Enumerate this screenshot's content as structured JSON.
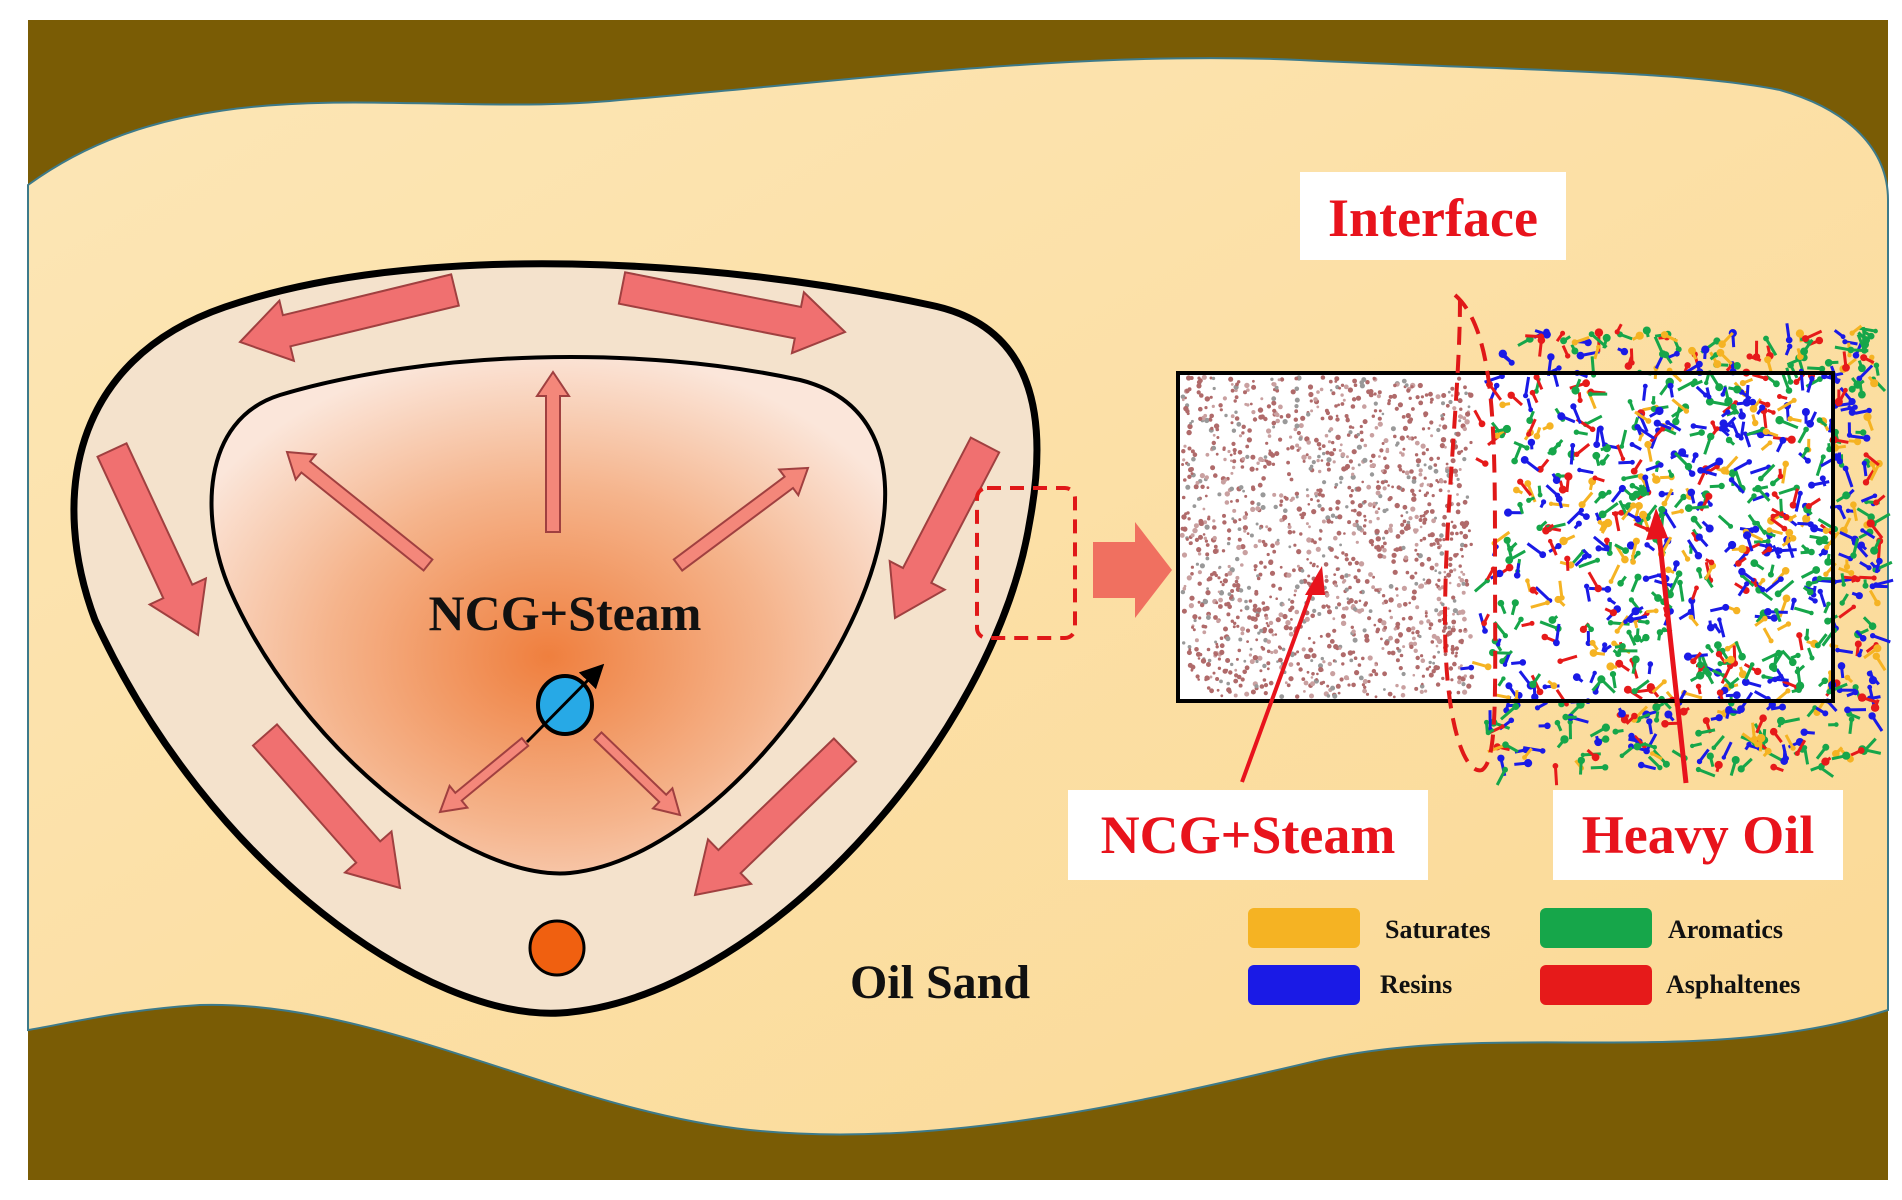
{
  "labels": {
    "chamber": "NCG+Steam",
    "oil_sand": "Oil Sand",
    "interface": "Interface",
    "ncg_steam_box": "NCG+Steam",
    "heavy_oil": "Heavy Oil"
  },
  "legend": [
    {
      "name": "Saturates",
      "color": "#f5b323"
    },
    {
      "name": "Aromatics",
      "color": "#16a64a"
    },
    {
      "name": "Resins",
      "color": "#1a1ae6"
    },
    {
      "name": "Asphaltenes",
      "color": "#e61a1a"
    }
  ],
  "colors": {
    "formation": "#7a5c05",
    "sand": "#fbe3b0",
    "chamber_outer": "#f4e2cc",
    "arrow": "#f07070",
    "label_red": "#e8131c",
    "injector": "#27a9e6",
    "producer": "#f06010"
  }
}
